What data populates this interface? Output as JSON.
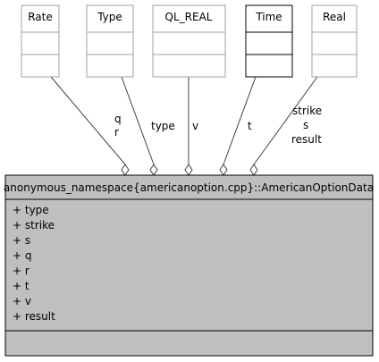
{
  "classes": [
    {
      "name": "Rate",
      "style": "gray"
    },
    {
      "name": "Type",
      "style": "gray"
    },
    {
      "name": "QL_REAL",
      "style": "gray"
    },
    {
      "name": "Time",
      "style": "black"
    },
    {
      "name": "Real",
      "style": "gray"
    }
  ],
  "edges": [
    {
      "labels": [
        "q",
        "r"
      ]
    },
    {
      "labels": [
        "type"
      ]
    },
    {
      "labels": [
        "v"
      ]
    },
    {
      "labels": [
        "t"
      ]
    },
    {
      "labels": [
        "strike",
        "s",
        "result"
      ]
    }
  ],
  "main": {
    "title": "anonymous_namespace{americanoption.cpp}::AmericanOptionData",
    "attributes": [
      "+ type",
      "+ strike",
      "+ s",
      "+ q",
      "+ r",
      "+ t",
      "+ v",
      "+ result"
    ]
  },
  "colors": {
    "gray_border": "#a0a0a0",
    "black_border": "#000000",
    "main_fill": "#bfbfbf",
    "edge": "#404040"
  }
}
